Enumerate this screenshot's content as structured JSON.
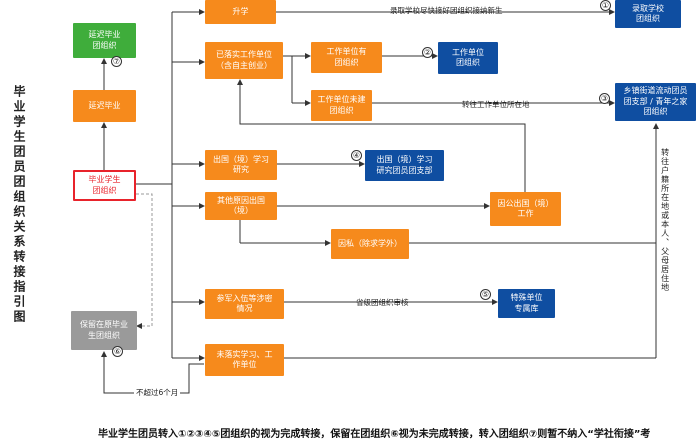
{
  "title": "毕业学生团员团组织关系转接指引图",
  "nodes": {
    "student_org": "毕业学生\n团组织",
    "delay_grad": "延迟毕业",
    "delay_org": "延迟毕业\n团组织",
    "retain_org": "保留在原毕业\n生团组织",
    "upgrade": "升学",
    "enroll_school": "录取学校\n团组织",
    "employed": "已落实工作单位\n（含自主创业）",
    "work_has_org": "工作单位有\n团组织",
    "work_unit_org": "工作单位\n团组织",
    "work_no_org": "工作单位未建\n团组织",
    "street_org": "乡镇街道流动团员\n团支部 / 青年之家\n团组织",
    "abroad_study": "出国（境）学习\n研究",
    "abroad_branch": "出国（境）学习\n研究团员团支部",
    "other_abroad": "其他原因出国\n（境）",
    "public_abroad": "因公出国（境）\n工作",
    "private_abroad": "因私（除求学外）",
    "military": "参军入伍等涉密\n情况",
    "special_unit": "特殊单位\n专属库",
    "not_settled": "未落实学习、工\n作单位"
  },
  "labels": {
    "enroll_note": "录取学校尽快接好团组织接纳新生",
    "transfer_work_place": "转往工作单位所在地",
    "provincial_review": "省级团组织审核",
    "no_more_6_months": "不超过6个月",
    "hukou_note": "转往户籍所在地或本人、父母居住地"
  },
  "markers": {
    "m1": "①",
    "m2": "②",
    "m3": "③",
    "m4": "④",
    "m5": "⑤",
    "m6": "⑥",
    "m7": "⑦"
  },
  "footer": "毕业学生团员转入①②③④⑤团组织的视为完成转接，保留在团组织⑥视为未完成转接，转入团组织⑦则暂不纳入“学社衔接”考",
  "colors": {
    "orange": "#f68a1c",
    "blue": "#0f4ea1",
    "green": "#3fad3b",
    "gray": "#9a9a9a",
    "red": "#e8232b"
  }
}
